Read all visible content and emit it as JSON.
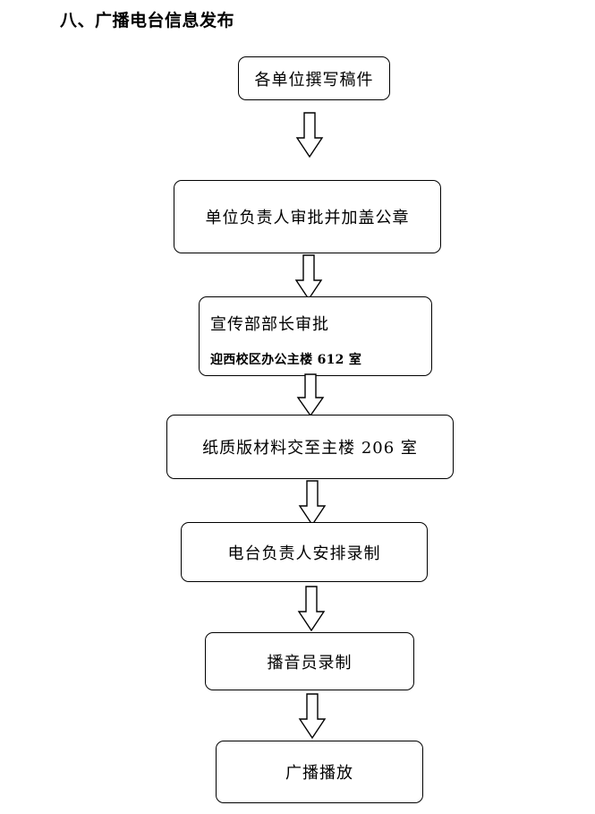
{
  "heading": "八、广播电台信息发布",
  "flow": {
    "step1": "各单位撰写稿件",
    "step2": "单位负责人审批并加盖公章",
    "step3": {
      "label": "宣传部部长审批",
      "location": "迎西校区办公主楼 612 室"
    },
    "step4": "纸质版材料交至主楼 206 室",
    "step5": "电台负责人安排录制",
    "step6": "播音员录制",
    "step7": "广播播放"
  }
}
